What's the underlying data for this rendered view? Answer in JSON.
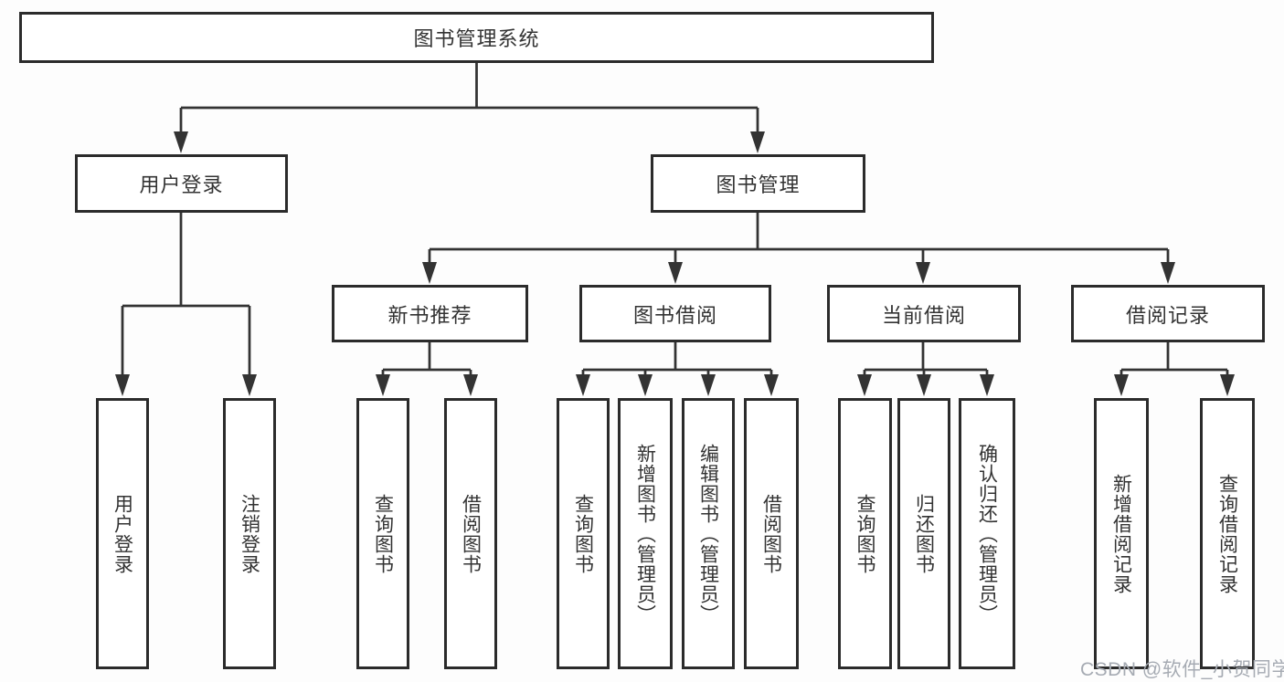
{
  "diagram": {
    "title": "图书管理系统",
    "level2": [
      {
        "label": "用户登录"
      },
      {
        "label": "图书管理"
      }
    ],
    "level3": [
      {
        "label": "新书推荐"
      },
      {
        "label": "图书借阅"
      },
      {
        "label": "当前借阅"
      },
      {
        "label": "借阅记录"
      }
    ],
    "leaf_groups": [
      {
        "parent": "用户登录",
        "items": [
          "用户登录",
          "注销登录"
        ]
      },
      {
        "parent": "新书推荐",
        "items": [
          "查询图书",
          "借阅图书"
        ]
      },
      {
        "parent": "图书借阅",
        "items": [
          "查询图书",
          "新增图书（管理员）",
          "编辑图书（管理员）",
          "借阅图书"
        ]
      },
      {
        "parent": "当前借阅",
        "items": [
          "查询图书",
          "归还图书",
          "确认归还（管理员）"
        ]
      },
      {
        "parent": "借阅记录",
        "items": [
          "新增借阅记录",
          "查询借阅记录"
        ]
      }
    ]
  },
  "watermark": {
    "text": "CSDN @软件_小贺同学"
  },
  "colors": {
    "line": "#333333",
    "box_border": "#2b2b2b",
    "text": "#333333",
    "background": "#fdfdfd",
    "watermark": "#a6abb3"
  }
}
